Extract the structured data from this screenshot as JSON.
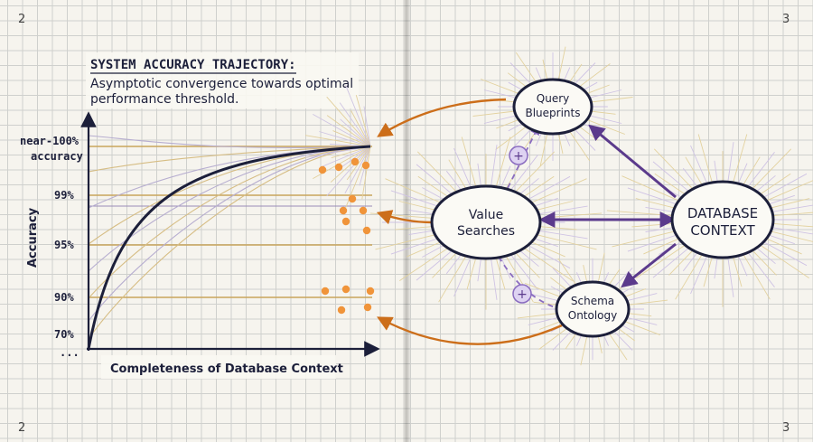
{
  "page_numbers": {
    "left_top": "2",
    "right_top": "3",
    "left_bottom": "2",
    "right_bottom": "3"
  },
  "chart": {
    "title": "SYSTEM ACCURACY TRAJECTORY:",
    "subtitle_line1": "Asymptotic convergence towards optimal",
    "subtitle_line2": "performance threshold.",
    "ylabel": "Accuracy",
    "xlabel": "Completeness of Database Context",
    "y_ticks": [
      "near-100%",
      "accuracy",
      "99%",
      "95%",
      "90%",
      "70%",
      "..."
    ]
  },
  "diagram": {
    "nodes": {
      "query_blueprints": [
        "Query",
        "Blueprints"
      ],
      "value_searches": [
        "Value",
        "Searches"
      ],
      "database_context": [
        "DATABASE",
        "CONTEXT"
      ],
      "schema_ontology": [
        "Schema",
        "Ontology"
      ]
    },
    "plus_symbol": "+"
  },
  "colors": {
    "ink": "#1c1f3a",
    "purple": "#5b3a8c",
    "orange": "#cc6e1a",
    "dot": "#f0943a"
  }
}
